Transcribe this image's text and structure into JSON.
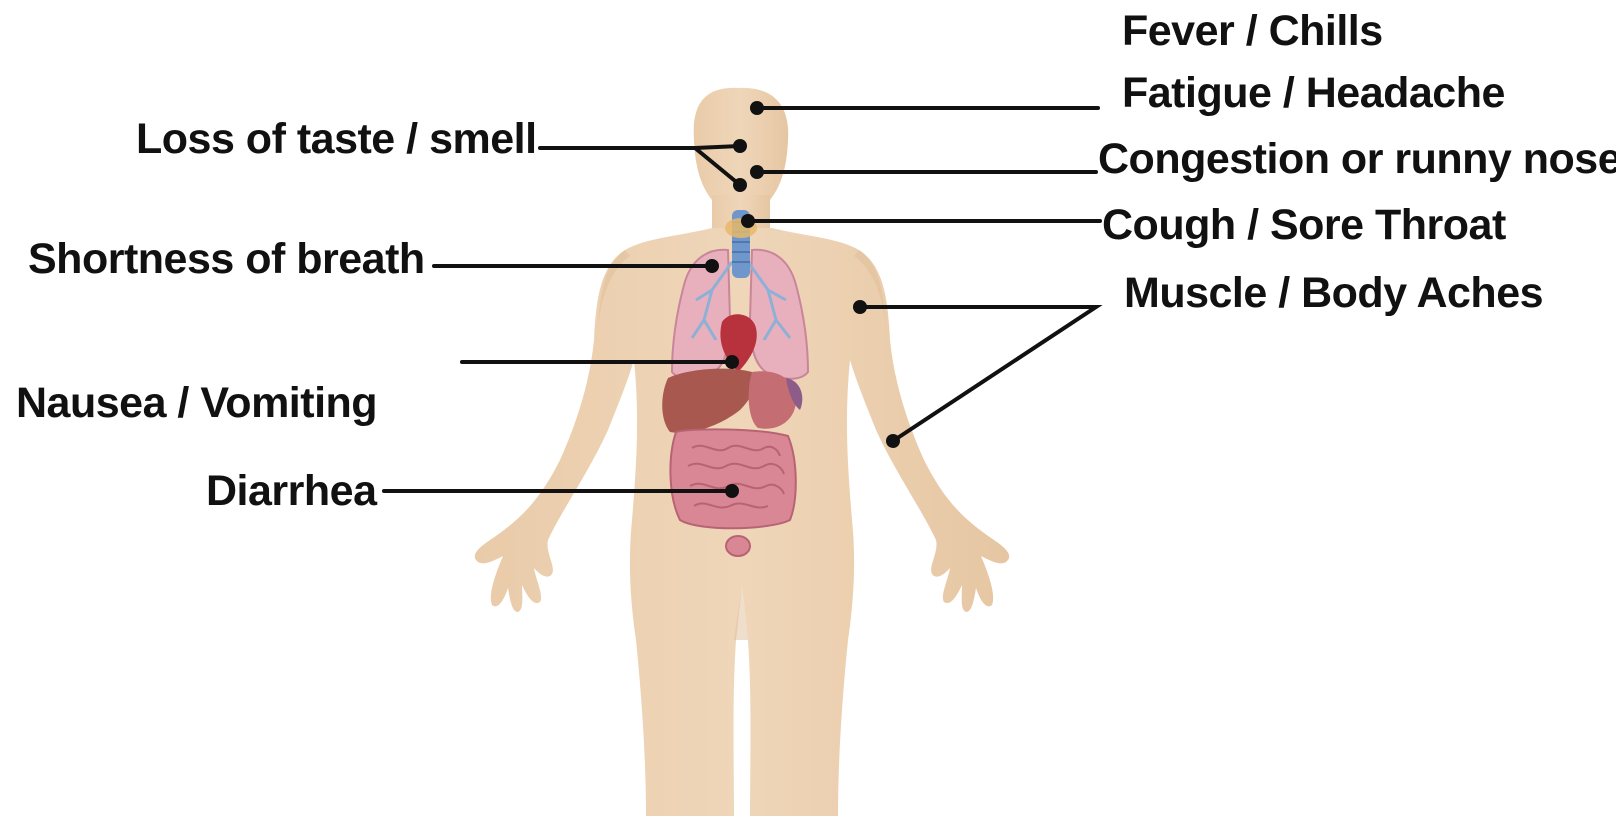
{
  "labels": {
    "fever": "Fever / Chills",
    "fatigue": "Fatigue / Headache",
    "taste": "Loss of taste / smell",
    "congestion": "Congestion or runny nose",
    "cough": "Cough / Sore Throat",
    "breath": "Shortness of breath",
    "muscle": "Muscle / Body Aches",
    "nausea": "Nausea / Vomiting",
    "diarrhea": "Diarrhea"
  },
  "colors": {
    "skin": "#ecd1b2",
    "skin_shadow": "#dfbd98",
    "lung": "#e6a9b7",
    "bronchi": "#8eb0d6",
    "trachea": "#6f97cc",
    "liver": "#a8584f",
    "intestine": "#e29aa4",
    "heart": "#b8323d",
    "line": "#111111"
  }
}
